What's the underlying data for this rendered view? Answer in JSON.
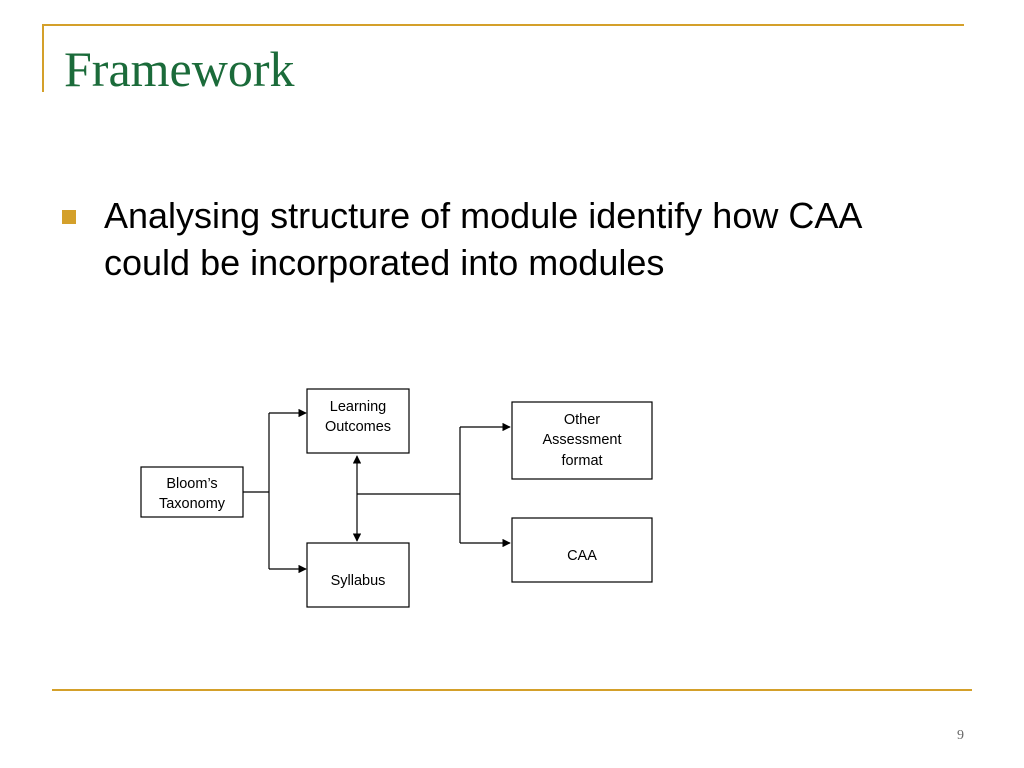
{
  "slide": {
    "title": "Framework",
    "bullet": "Analysing structure of module identify how CAA could be incorporated into modules",
    "page_number": "9",
    "accent_color": "#d4a02a",
    "title_color": "#1b6b3a"
  },
  "diagram": {
    "nodes": {
      "blooms": [
        "Bloom’s",
        "Taxonomy"
      ],
      "outcomes": [
        "Learning",
        "Outcomes"
      ],
      "syllabus": [
        "Syllabus"
      ],
      "other": [
        "Other",
        "Assessment",
        "format"
      ],
      "caa": [
        "CAA"
      ]
    }
  }
}
